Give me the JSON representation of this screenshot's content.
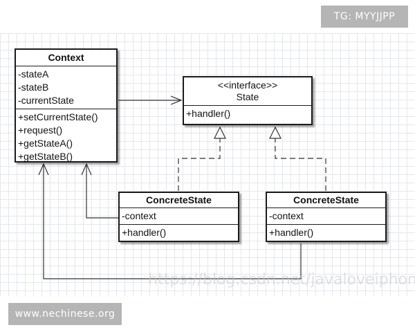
{
  "tags": {
    "top": "TG: MYYJJPP",
    "bottom": "www.nechinese.org"
  },
  "watermark": "https://blog.csdn.net/javaloveiphone",
  "context": {
    "name": "Context",
    "attributes": [
      "-stateA",
      "-stateB",
      "-currentState"
    ],
    "methods": [
      "+setCurrentState()",
      "+request()",
      "+getStateA()",
      "+getStateB()"
    ]
  },
  "state": {
    "stereotype": "<<interface>>",
    "name": "State",
    "methods": [
      "+handler()"
    ]
  },
  "concrete_a": {
    "name": "ConcreteState",
    "attributes": [
      "-context"
    ],
    "methods": [
      "+handler()"
    ]
  },
  "concrete_b": {
    "name": "ConcreteState",
    "attributes": [
      "-context"
    ],
    "methods": [
      "+handler()"
    ]
  }
}
